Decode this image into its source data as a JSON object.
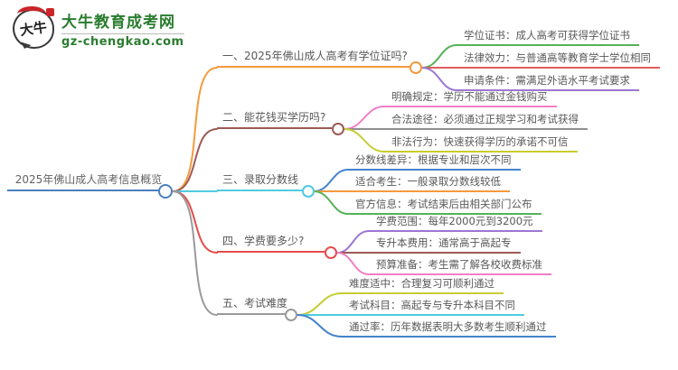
{
  "logo": {
    "bubble_text": "大牛",
    "site_name": "大牛教育成考网",
    "site_url": "gz-chengkao.com",
    "brand_green": "#2a7d2f",
    "brand_red": "#c9252b"
  },
  "mindmap": {
    "root": {
      "label": "2025年佛山成人高考信息概览",
      "color": "#4a80c0"
    },
    "branches": [
      {
        "label": "一、2025年佛山成人高考有学位证吗?",
        "color": "#f59a3e",
        "children": [
          {
            "label": "学位证书：成人高考可获得学位证书",
            "color": "#56b258"
          },
          {
            "label": "法律效力：与普通高等教育学士学位相同",
            "color": "#e05e5e"
          },
          {
            "label": "申请条件：需满足外语水平考试要求",
            "color": "#9c76d2"
          }
        ]
      },
      {
        "label": "二、能花钱买学历吗?",
        "color": "#9e5a55",
        "children": [
          {
            "label": "明确规定：学历不能通过金钱购买",
            "color": "#ef7fc4"
          },
          {
            "label": "合法途径：必须通过正规学习和考试获得",
            "color": "#8f8f8f"
          },
          {
            "label": "非法行为：快速获得学历的承诺不可信",
            "color": "#c6cc33"
          }
        ]
      },
      {
        "label": "三、录取分数线",
        "color": "#4fcbe0",
        "children": [
          {
            "label": "分数线差异：根据专业和层次不同",
            "color": "#4383cb"
          },
          {
            "label": "适合考生：一般录取分数线较低",
            "color": "#f59a3e"
          },
          {
            "label": "官方信息：考试结束后由相关部门公布",
            "color": "#56b258"
          }
        ]
      },
      {
        "label": "四、学费要多少?",
        "color": "#e64c4c",
        "children": [
          {
            "label": "学费范围：每年2000元到3200元",
            "color": "#9c76d2"
          },
          {
            "label": "专升本费用：通常高于高起专",
            "color": "#9e5a55"
          },
          {
            "label": "预算准备：考生需了解各校收费标准",
            "color": "#ef7fc4"
          }
        ]
      },
      {
        "label": "五、考试难度",
        "color": "#9a9a9a",
        "children": [
          {
            "label": "难度适中：合理复习可顺利通过",
            "color": "#c6cc33"
          },
          {
            "label": "考试科目：高起专与专升本科目不同",
            "color": "#4fcbe0"
          },
          {
            "label": "通过率：历年数据表明大多数考生顺利通过",
            "color": "#4383cb"
          }
        ]
      }
    ]
  }
}
